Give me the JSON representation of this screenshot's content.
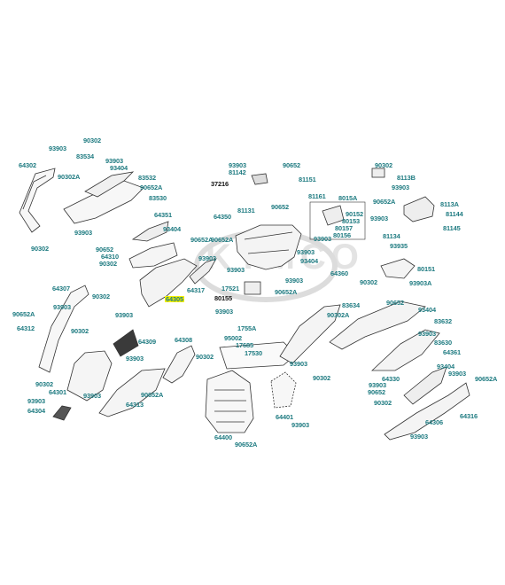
{
  "diagram": {
    "watermark": "KYMCO",
    "highlighted_part": "64305",
    "labels": [
      {
        "id": "l1",
        "text": "93903"
      },
      {
        "id": "l2",
        "text": "90302"
      },
      {
        "id": "l3",
        "text": "83534"
      },
      {
        "id": "l4",
        "text": "93903"
      },
      {
        "id": "l5",
        "text": "93404"
      },
      {
        "id": "l6",
        "text": "64302"
      },
      {
        "id": "l7",
        "text": "90302A"
      },
      {
        "id": "l8",
        "text": "83532"
      },
      {
        "id": "l9",
        "text": "90652A"
      },
      {
        "id": "l10",
        "text": "83530"
      },
      {
        "id": "l11",
        "text": "64351"
      },
      {
        "id": "l12",
        "text": "93903"
      },
      {
        "id": "l13",
        "text": "93404"
      },
      {
        "id": "l14",
        "text": "90302"
      },
      {
        "id": "l15",
        "text": "90652"
      },
      {
        "id": "l16",
        "text": "64310"
      },
      {
        "id": "l17",
        "text": "90302"
      },
      {
        "id": "l18",
        "text": "90652A"
      },
      {
        "id": "l19",
        "text": "93903"
      },
      {
        "id": "l20",
        "text": "64317"
      },
      {
        "id": "l21",
        "text": "64305"
      },
      {
        "id": "l22",
        "text": "64307"
      },
      {
        "id": "l23",
        "text": "90302"
      },
      {
        "id": "l24",
        "text": "90652A"
      },
      {
        "id": "l25",
        "text": "93903"
      },
      {
        "id": "l26",
        "text": "64312"
      },
      {
        "id": "l27",
        "text": "93903"
      },
      {
        "id": "l28",
        "text": "90302"
      },
      {
        "id": "l29",
        "text": "64309"
      },
      {
        "id": "l30",
        "text": "64308"
      },
      {
        "id": "l31",
        "text": "93903"
      },
      {
        "id": "l32",
        "text": "90302"
      },
      {
        "id": "l33",
        "text": "64301"
      },
      {
        "id": "l34",
        "text": "93903"
      },
      {
        "id": "l35",
        "text": "90302"
      },
      {
        "id": "l36",
        "text": "90652A"
      },
      {
        "id": "l37",
        "text": "64313"
      },
      {
        "id": "l38",
        "text": "93903"
      },
      {
        "id": "l39",
        "text": "64304"
      },
      {
        "id": "l40",
        "text": "93903"
      },
      {
        "id": "l41",
        "text": "81142"
      },
      {
        "id": "l42",
        "text": "90652"
      },
      {
        "id": "l43",
        "text": "81151"
      },
      {
        "id": "l44",
        "text": "37216"
      },
      {
        "id": "l45",
        "text": "81161"
      },
      {
        "id": "l46",
        "text": "81131"
      },
      {
        "id": "l47",
        "text": "90652"
      },
      {
        "id": "l48",
        "text": "64350"
      },
      {
        "id": "l49",
        "text": "90652A"
      },
      {
        "id": "l50",
        "text": "93903"
      },
      {
        "id": "l51",
        "text": "93903"
      },
      {
        "id": "l52",
        "text": "93404"
      },
      {
        "id": "l53",
        "text": "64360"
      },
      {
        "id": "l54",
        "text": "93903"
      },
      {
        "id": "l55",
        "text": "17521"
      },
      {
        "id": "l56",
        "text": "90652A"
      },
      {
        "id": "l57",
        "text": "80155"
      },
      {
        "id": "l58",
        "text": "93903"
      },
      {
        "id": "l59",
        "text": "1755A"
      },
      {
        "id": "l60",
        "text": "95002"
      },
      {
        "id": "l61",
        "text": "17685"
      },
      {
        "id": "l62",
        "text": "17530"
      },
      {
        "id": "l63",
        "text": "93903"
      },
      {
        "id": "l64",
        "text": "90302"
      },
      {
        "id": "l65",
        "text": "64400"
      },
      {
        "id": "l66",
        "text": "90652A"
      },
      {
        "id": "l67",
        "text": "64401"
      },
      {
        "id": "l68",
        "text": "93903"
      },
      {
        "id": "l69",
        "text": "90302"
      },
      {
        "id": "l70",
        "text": "8015A"
      },
      {
        "id": "l71",
        "text": "90152"
      },
      {
        "id": "l72",
        "text": "80153"
      },
      {
        "id": "l73",
        "text": "80157"
      },
      {
        "id": "l74",
        "text": "80156"
      },
      {
        "id": "l75",
        "text": "93903"
      },
      {
        "id": "l76",
        "text": "8113B"
      },
      {
        "id": "l77",
        "text": "93903"
      },
      {
        "id": "l78",
        "text": "90652A"
      },
      {
        "id": "l79",
        "text": "8113A"
      },
      {
        "id": "l80",
        "text": "81144"
      },
      {
        "id": "l81",
        "text": "93903"
      },
      {
        "id": "l82",
        "text": "81134"
      },
      {
        "id": "l83",
        "text": "93935"
      },
      {
        "id": "l84",
        "text": "81145"
      },
      {
        "id": "l85",
        "text": "80151"
      },
      {
        "id": "l86",
        "text": "93903A"
      },
      {
        "id": "l87",
        "text": "90302"
      },
      {
        "id": "l88",
        "text": "90302A"
      },
      {
        "id": "l89",
        "text": "83634"
      },
      {
        "id": "l90",
        "text": "90652"
      },
      {
        "id": "l91",
        "text": "93404"
      },
      {
        "id": "l92",
        "text": "83632"
      },
      {
        "id": "l93",
        "text": "93903"
      },
      {
        "id": "l94",
        "text": "83630"
      },
      {
        "id": "l95",
        "text": "64361"
      },
      {
        "id": "l96",
        "text": "93404"
      },
      {
        "id": "l97",
        "text": "64330"
      },
      {
        "id": "l98",
        "text": "93903"
      },
      {
        "id": "l99",
        "text": "90652A"
      },
      {
        "id": "l100",
        "text": "93903"
      },
      {
        "id": "l101",
        "text": "90652"
      },
      {
        "id": "l102",
        "text": "90302"
      },
      {
        "id": "l103",
        "text": "64316"
      },
      {
        "id": "l104",
        "text": "64306"
      },
      {
        "id": "l105",
        "text": "93903"
      },
      {
        "id": "l106",
        "text": "93903"
      }
    ]
  }
}
